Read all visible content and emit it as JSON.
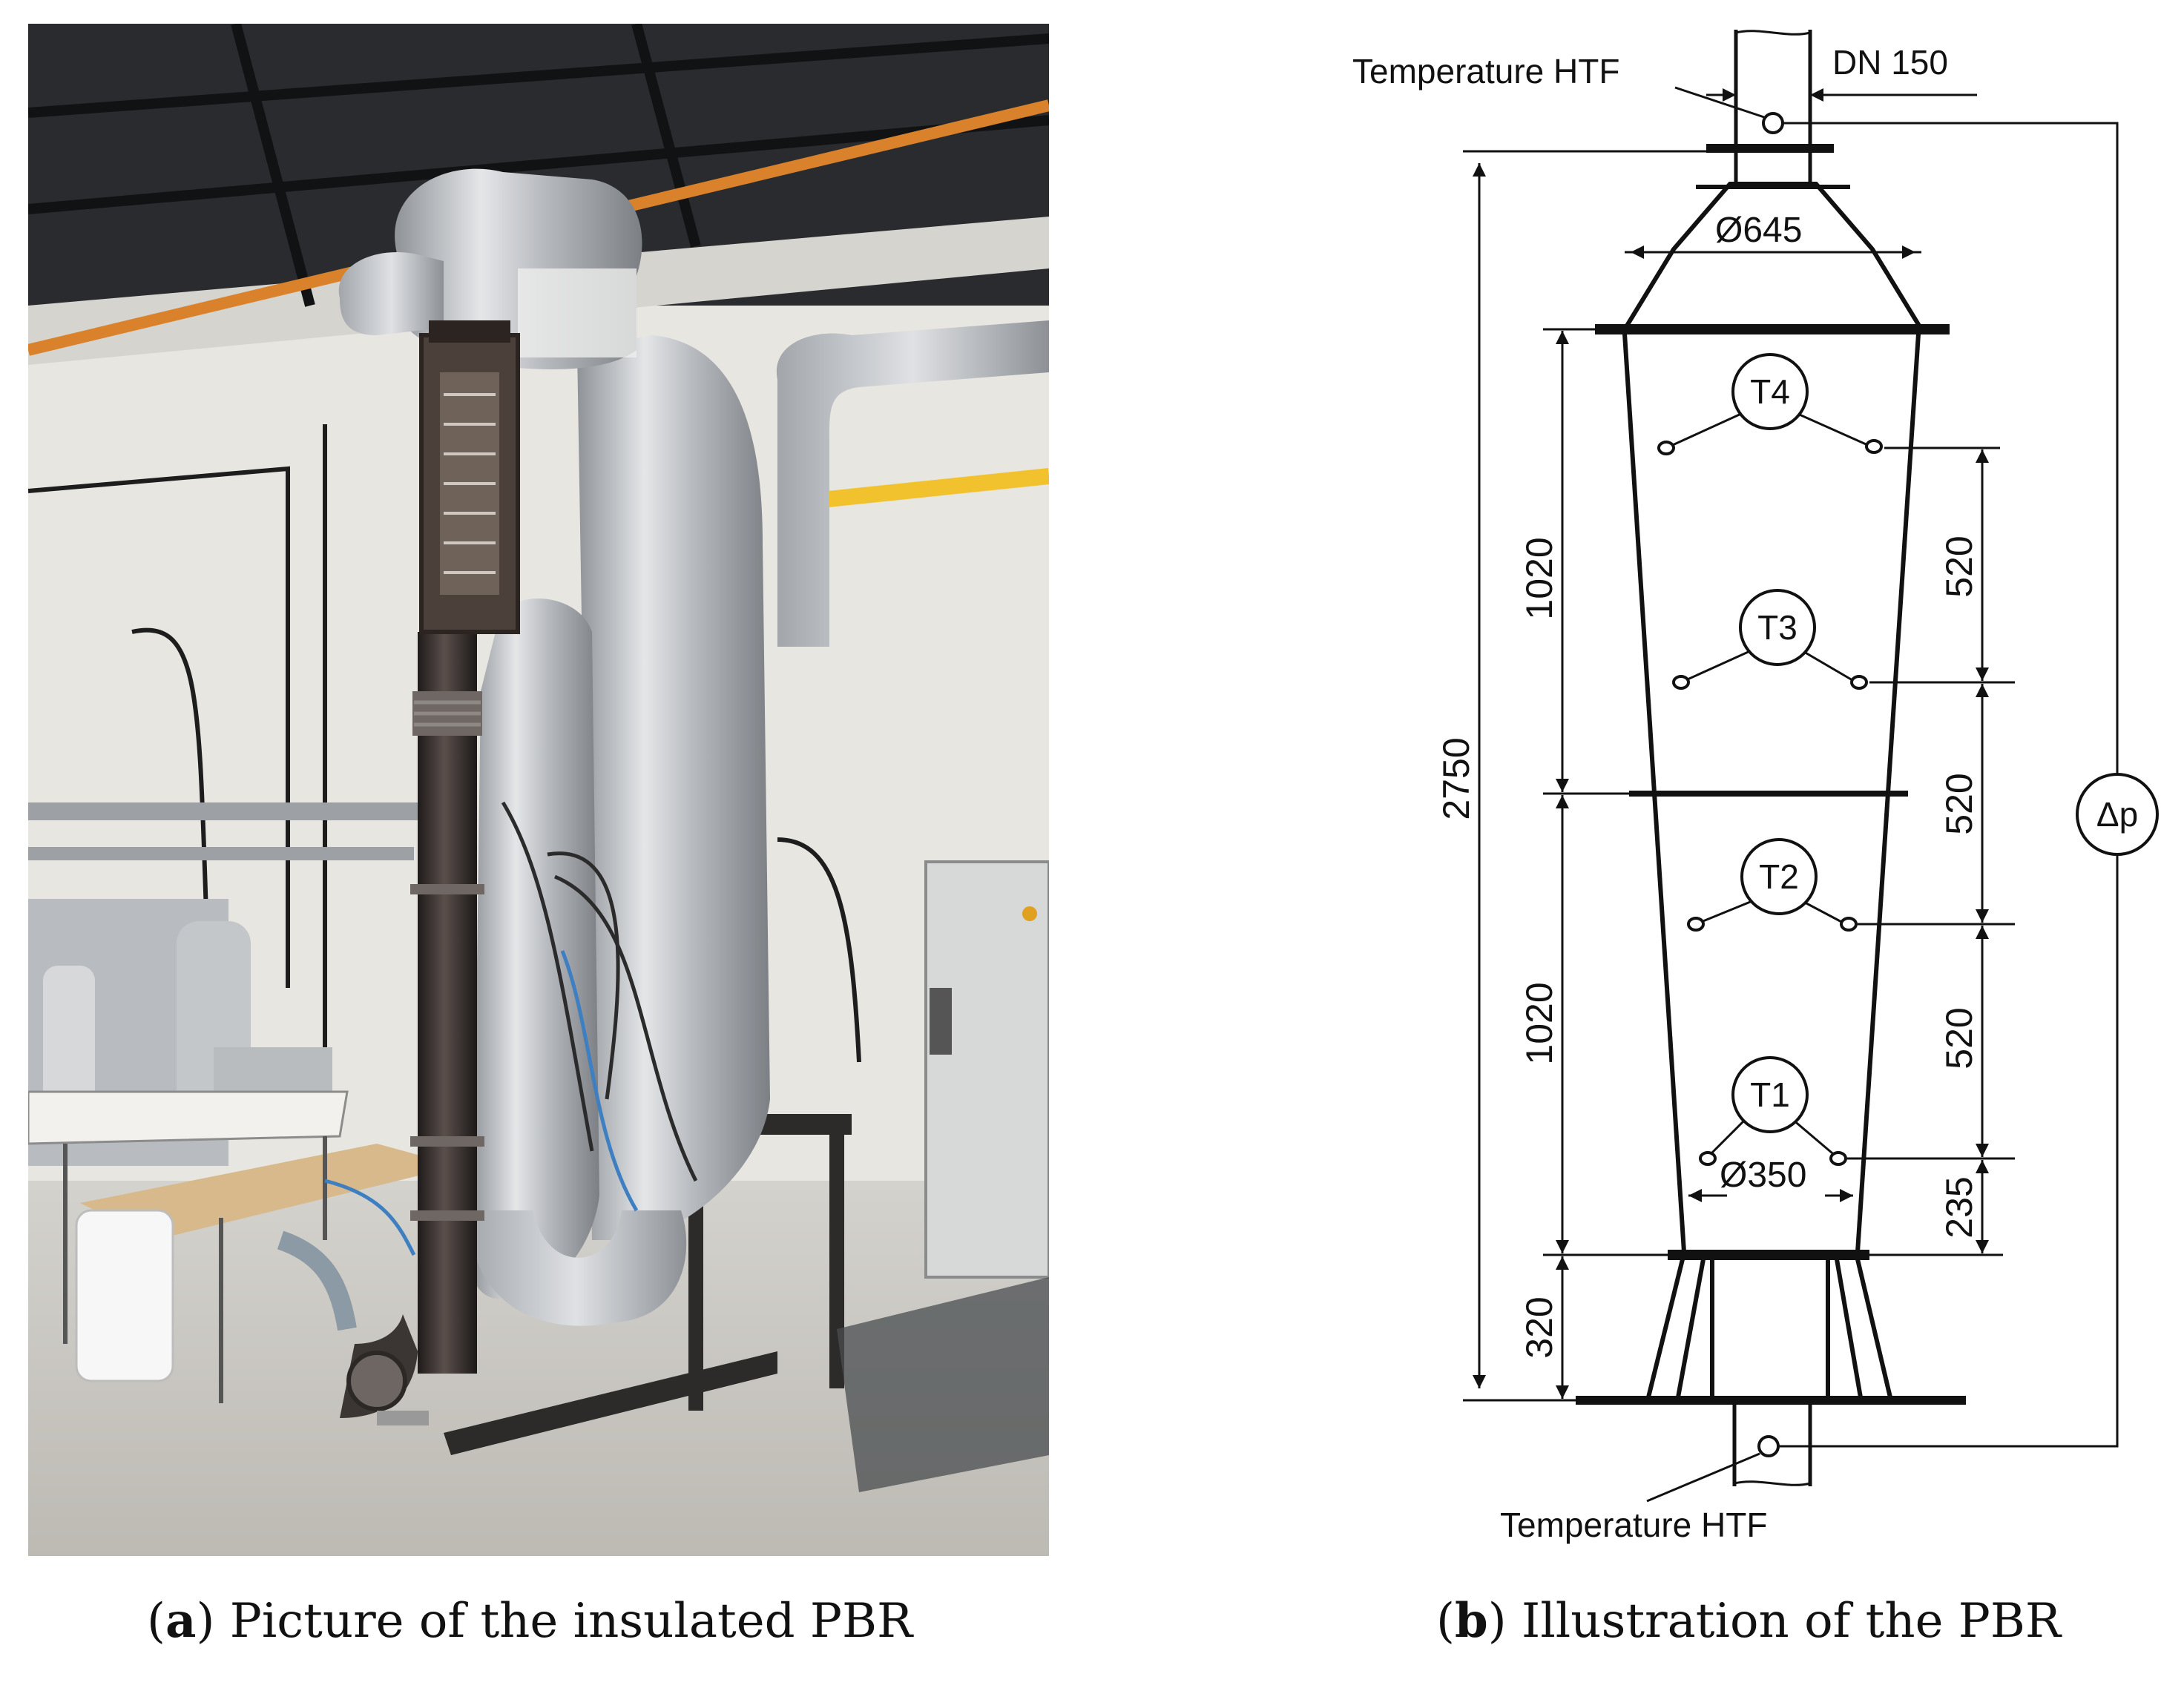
{
  "panel_a": {
    "letter": "a",
    "caption": "Picture of the insulated PBR"
  },
  "panel_b": {
    "letter": "b",
    "caption": "Illustration of the PBR",
    "labels": {
      "temp_top": "Temperature HTF",
      "temp_bottom": "Temperature HTF",
      "dn": "DN 150",
      "dia_top": "Ø645",
      "dia_bottom": "Ø350",
      "dp": "Δp",
      "total_height": "2750",
      "upper_section": "1020",
      "lower_section": "1020",
      "base_height": "320",
      "spacing_t4_t3": "520",
      "spacing_t3_t2": "520",
      "spacing_t2_t1": "520",
      "spacing_t1_bottom": "235"
    },
    "sensors": [
      {
        "id": "T4"
      },
      {
        "id": "T3"
      },
      {
        "id": "T2"
      },
      {
        "id": "T1"
      }
    ]
  },
  "colors": {
    "line": "#111111",
    "insulation_silver": "#c9ccd0",
    "steel_dark": "#3b3533",
    "wall": "#e8e6e1",
    "floor": "#c9c7c2",
    "roof": "#2a2b2f",
    "orange_pipe": "#d9822b",
    "yellow_pipe": "#f1c22e"
  }
}
